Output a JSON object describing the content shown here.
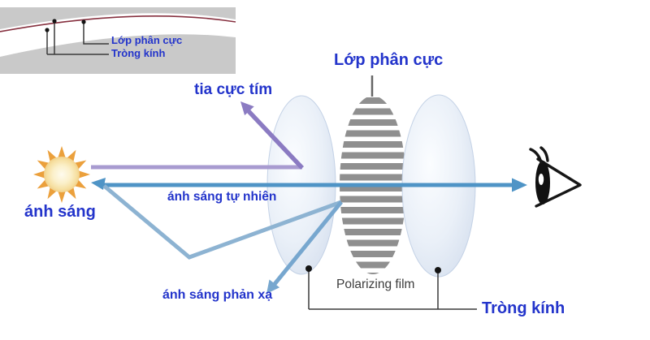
{
  "colors": {
    "label-blue": "#2334cb",
    "line-purple": "#a89bd0",
    "arrow-purple": "#8b7bc2",
    "ray-blue": "#4f94c6",
    "ray-blue-light": "#8db3d2",
    "ray-blue-mid": "#77a7cf",
    "film-gray": "#8f8f8f",
    "inset-bg": "#c9c9c9",
    "polar-red": "#86303f",
    "sun-orange": "#eba03c",
    "callout": "#3a3a3a",
    "film-text": "#3c3c3c"
  },
  "inset": {
    "polar_layer_label": "Lớp phân cực",
    "lens_label": "Tròng kính"
  },
  "labels": {
    "polar_layer_title": "Lớp phân cực",
    "uv_ray": "tia cực tím",
    "sun": "ánh sáng",
    "natural_light": "ánh sáng tự nhiên",
    "reflected_light": "ánh sáng phản xạ",
    "polarizing_film": "Polarizing film",
    "lens": "Tròng kính"
  },
  "icons": {
    "sun": "sun-icon",
    "eye": "eye-icon"
  }
}
